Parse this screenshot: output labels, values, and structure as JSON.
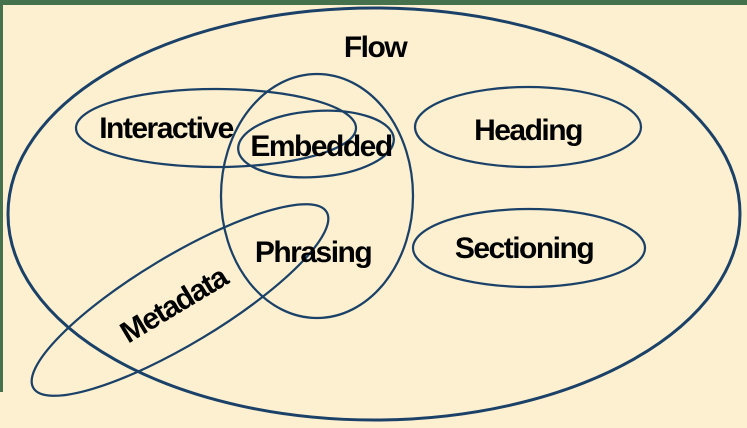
{
  "colors": {
    "page_background": "#FCF0D0",
    "frame_border": "#45714D",
    "flow_fill": "#D3E2F2",
    "set_outline": "#1B4168",
    "label_text": "#000000"
  },
  "diagram": {
    "sets": {
      "flow": {
        "label": "Flow"
      },
      "interactive": {
        "label": "Interactive"
      },
      "embedded": {
        "label": "Embedded"
      },
      "heading": {
        "label": "Heading"
      },
      "phrasing": {
        "label": "Phrasing"
      },
      "sectioning": {
        "label": "Sectioning"
      },
      "metadata": {
        "label": "Metadata"
      }
    }
  }
}
